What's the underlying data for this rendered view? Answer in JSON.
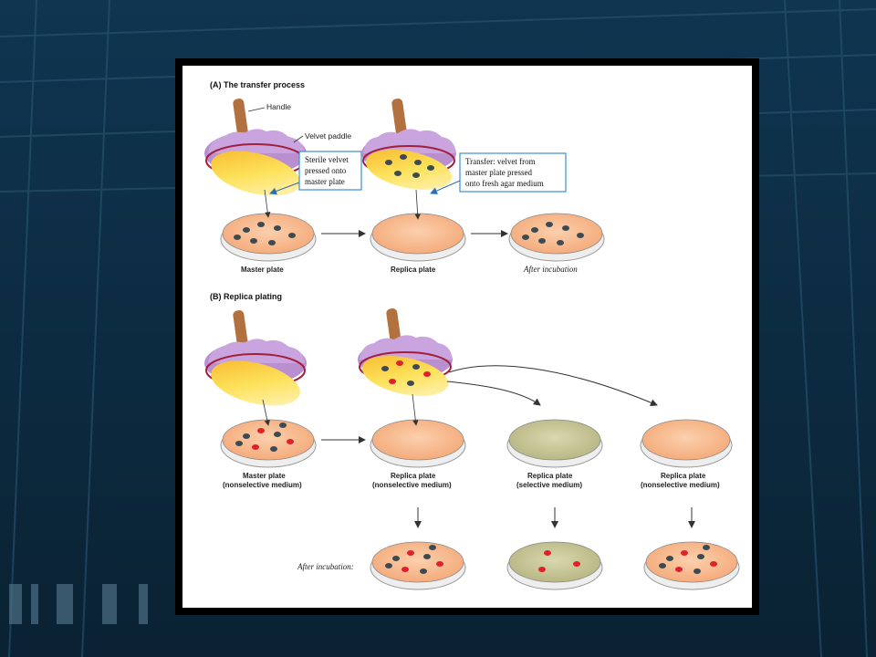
{
  "colors": {
    "background": "#0d2b3f",
    "agar_nonselective": "#f7b98a",
    "agar_selective": "#c9c99a",
    "velvet": "#b98fd0",
    "velvet_face": "#fbd23a",
    "handle": "#b3713f",
    "colony_dark": "#3d4a52",
    "colony_red": "#e0202a",
    "callout_border": "#3a8fd6"
  },
  "sectionA": {
    "title": "(A) The transfer process",
    "handle_label": "Handle",
    "velvet_label": "Velvet paddle",
    "callout1": [
      "Sterile velvet",
      "pressed onto",
      "master plate"
    ],
    "callout2": [
      "Transfer: velvet from",
      "master plate pressed",
      "onto fresh agar medium"
    ],
    "captions": [
      "Master plate",
      "Replica plate",
      "After incubation"
    ]
  },
  "sectionB": {
    "title": "(B) Replica plating",
    "captions": [
      [
        "Master plate",
        "(nonselective medium)"
      ],
      [
        "Replica plate",
        "(nonselective medium)"
      ],
      [
        "Replica plate",
        "(selective medium)"
      ],
      [
        "Replica plate",
        "(nonselective medium)"
      ]
    ],
    "after_label": "After incubation:"
  }
}
